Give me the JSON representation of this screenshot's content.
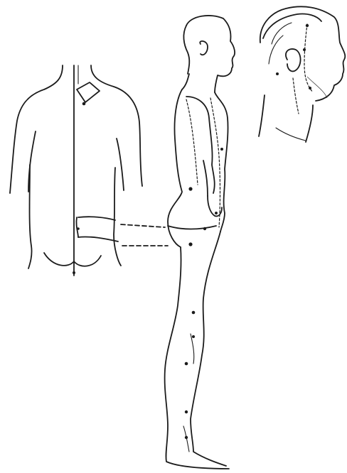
{
  "figure": {
    "views": [
      "back-view",
      "side-view",
      "head-view"
    ],
    "colors": {
      "ink": "#1b1b1b",
      "paper": "#ffffff"
    }
  }
}
